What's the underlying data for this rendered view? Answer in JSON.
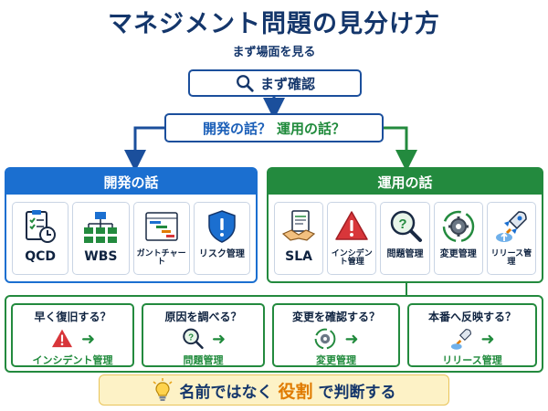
{
  "title": "マネジメント問題の見分け方",
  "subtitle": "まず場面を見る",
  "check": {
    "label": "まず確認",
    "icon": "magnifier-icon"
  },
  "question": {
    "dev": "開発の話？",
    "ops": "運用の話？"
  },
  "dev_panel": {
    "title": "開発の話",
    "items": [
      {
        "label": "QCD",
        "icon": "checklist-clock-icon"
      },
      {
        "label": "WBS",
        "icon": "hierarchy-icon"
      },
      {
        "label": "ガントチャート",
        "icon": "gantt-chart-icon"
      },
      {
        "label": "リスク管理",
        "icon": "shield-alert-icon"
      }
    ]
  },
  "ops_panel": {
    "title": "運用の話",
    "items": [
      {
        "label": "SLA",
        "icon": "handshake-document-icon"
      },
      {
        "label": "インシデント管理",
        "icon": "warning-triangle-icon"
      },
      {
        "label": "問題管理",
        "icon": "question-magnifier-icon"
      },
      {
        "label": "変更管理",
        "icon": "gear-cycle-icon"
      },
      {
        "label": "リリース管理",
        "icon": "rocket-upload-icon"
      }
    ]
  },
  "tasks": [
    {
      "question": "早く復旧する？",
      "answer": "インシデント管理",
      "icon": "warning-triangle-icon"
    },
    {
      "question": "原因を調べる？",
      "answer": "問題管理",
      "icon": "question-magnifier-icon"
    },
    {
      "question": "変更を確認する？",
      "answer": "変更管理",
      "icon": "gear-cycle-icon"
    },
    {
      "question": "本番へ反映する？",
      "answer": "リリース管理",
      "icon": "rocket-upload-icon"
    }
  ],
  "footer": {
    "prefix": "名前ではなく",
    "accent": "役割",
    "suffix": "で判断する",
    "icon": "lightbulb-icon"
  },
  "colors": {
    "dev": "#1b6fd0",
    "ops": "#238a3e",
    "navy": "#14366b",
    "accent": "#e07b00"
  }
}
